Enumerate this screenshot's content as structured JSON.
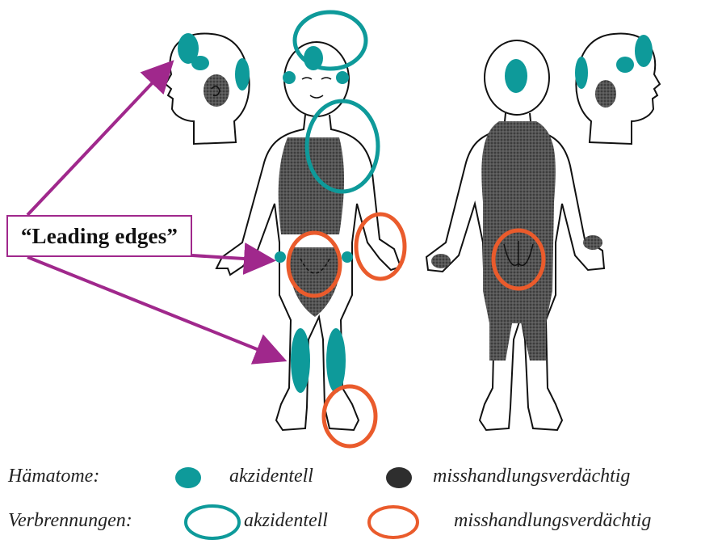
{
  "callout": {
    "label": "“Leading edges”"
  },
  "legend": {
    "bruises_heading": "Hämatome:",
    "burns_heading": "Verbrennungen:",
    "accidental": "akzidentell",
    "suspicious": "misshandlungsverdächtig"
  },
  "colors": {
    "accidental": "#0e9a9a",
    "suspicious_bruise": "#2e2e2e",
    "suspicious_burn": "#ea5b2c",
    "arrow": "#a0288c",
    "outline": "#111111",
    "shading": "#3a3a3a"
  }
}
